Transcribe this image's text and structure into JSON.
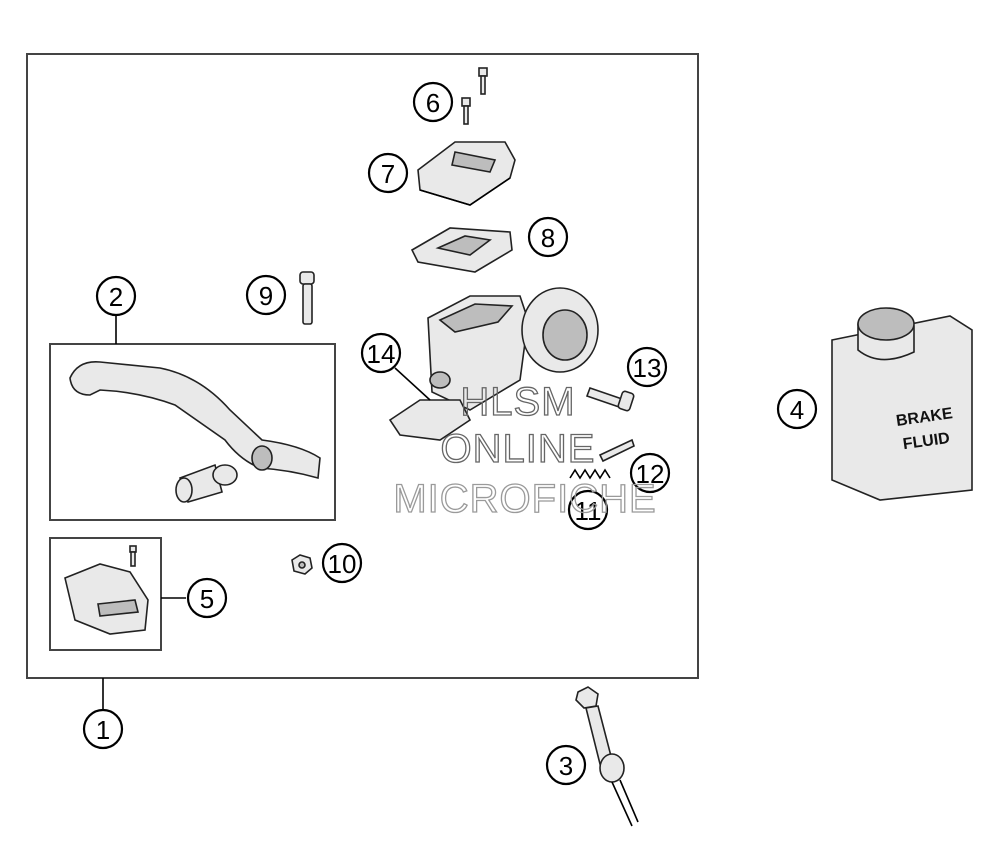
{
  "callouts": [
    "1",
    "2",
    "3",
    "4",
    "5",
    "6",
    "7",
    "8",
    "9",
    "10",
    "11",
    "12",
    "13",
    "14"
  ],
  "container_label": {
    "line1": "BRAKE",
    "line2": "FLUID"
  },
  "watermark": {
    "line1": "HLSM",
    "line2": "ONLINE",
    "line3": "MICROFICHE"
  }
}
